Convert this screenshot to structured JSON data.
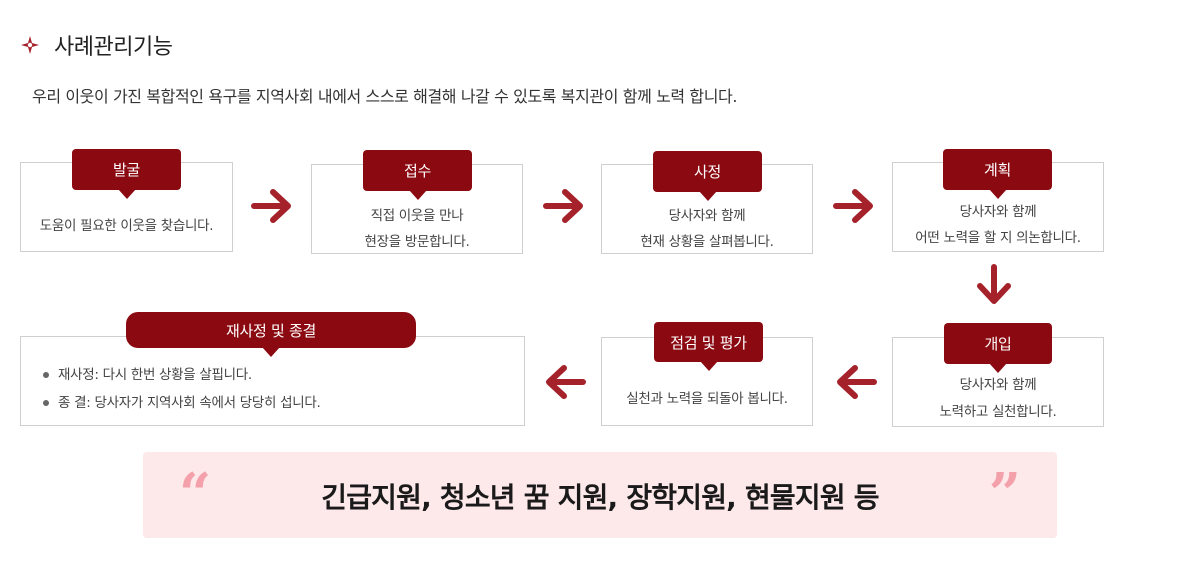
{
  "header": {
    "title": "사례관리기능",
    "icon": "caritas-cross-icon",
    "subtitle": "우리 이웃이 가진 복합적인 욕구를 지역사회 내에서 스스로 해결해 나갈 수 있도록 복지관이 함께 노력 합니다."
  },
  "colors": {
    "accent": "#8b0a12",
    "arrow": "#a5222b",
    "border": "#cfcfcf",
    "banner_bg": "#fde8ea",
    "quote": "#f4a0aa"
  },
  "steps": {
    "discover": {
      "label": "발굴",
      "lines": [
        "도움이 필요한 이웃을 찾습니다."
      ]
    },
    "intake": {
      "label": "접수",
      "lines": [
        "직접 이웃을 만나",
        "현장을 방문합니다."
      ]
    },
    "assess": {
      "label": "사정",
      "lines": [
        "당사자와 함께",
        "현재 상황을 살펴봅니다."
      ]
    },
    "plan": {
      "label": "계획",
      "lines": [
        "당사자와 함께",
        "어떤 노력을 할 지 의논합니다."
      ]
    },
    "intervene": {
      "label": "개입",
      "lines": [
        "당사자와 함께",
        "노력하고 실천합니다."
      ]
    },
    "review": {
      "label": "점검 및 평가",
      "lines": [
        "실천과 노력을 되돌아 봅니다."
      ]
    },
    "reassess": {
      "label": "재사정 및 종결",
      "bullets": [
        "재사정: 다시 한번 상황을 살핍니다.",
        "종 결: 당사자가 지역사회 속에서 당당히 섭니다."
      ]
    }
  },
  "banner": {
    "open_quote": "“",
    "close_quote": "”",
    "text": "긴급지원, 청소년 꿈 지원, 장학지원, 현물지원 등"
  }
}
